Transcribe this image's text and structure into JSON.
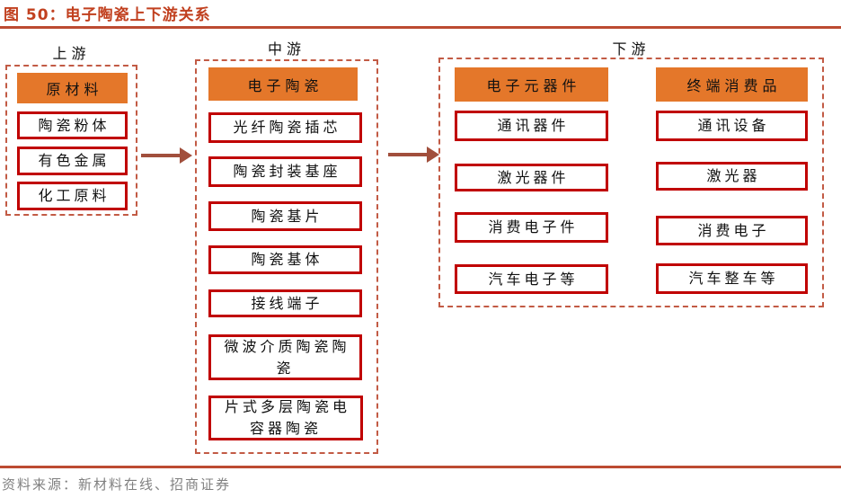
{
  "title": "图 50：电子陶瓷上下游关系",
  "source": "资料来源：新材料在线、招商证券",
  "colors": {
    "title_red": "#C1401F",
    "rule": "#BC4B32",
    "orange": "#E4772A",
    "red": "#C00000",
    "dash": "#C25B45",
    "arrow": "#A14F3C",
    "source_gray": "#808080"
  },
  "groups": {
    "upstream": {
      "label": "上游",
      "header": "原材料",
      "items": [
        "陶瓷粉体",
        "有色金属",
        "化工原料"
      ]
    },
    "midstream": {
      "label": "中游",
      "header": "电子陶瓷",
      "items": [
        "光纤陶瓷插芯",
        "陶瓷封装基座",
        "陶瓷基片",
        "陶瓷基体",
        "接线端子",
        "微波介质陶瓷陶瓷",
        "片式多层陶瓷电容器陶瓷"
      ]
    },
    "downstream": {
      "label": "下游",
      "columns": [
        {
          "header": "电子元器件",
          "items": [
            "通讯器件",
            "激光器件",
            "消费电子件",
            "汽车电子等"
          ]
        },
        {
          "header": "终端消费品",
          "items": [
            "通讯设备",
            "激光器",
            "消费电子",
            "汽车整车等"
          ]
        }
      ]
    }
  }
}
